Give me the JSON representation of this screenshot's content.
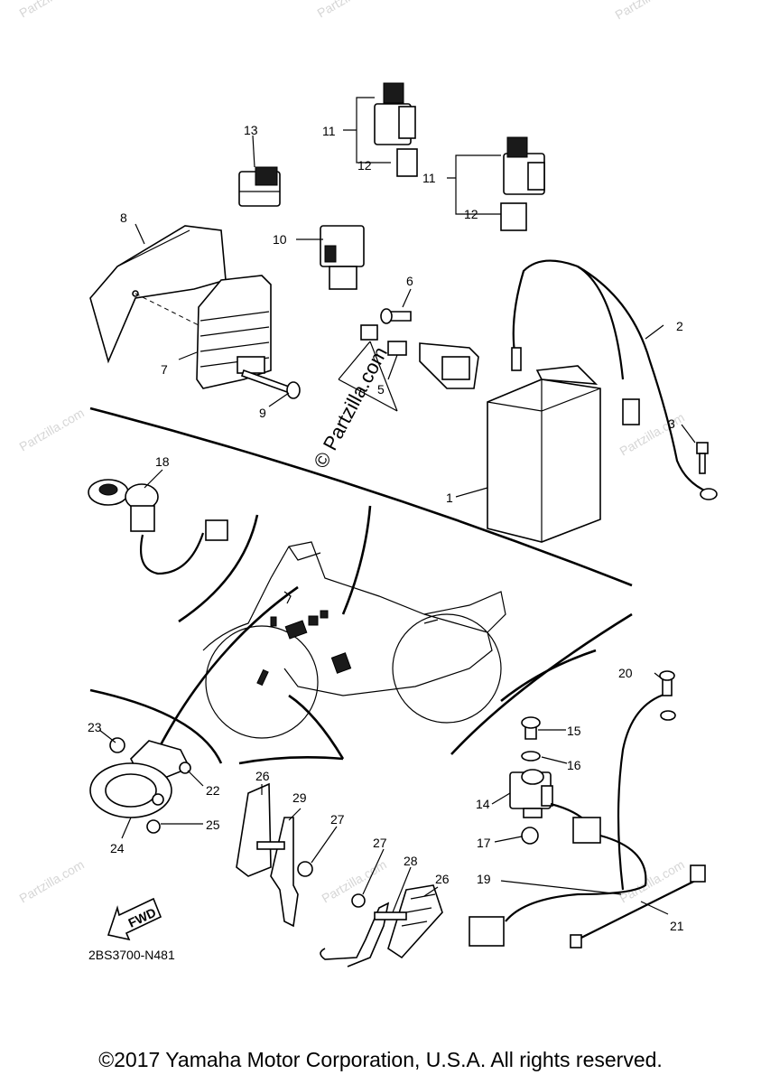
{
  "callouts": {
    "c1": "1",
    "c2": "2",
    "c3": "3",
    "c5": "5",
    "c6": "6",
    "c7": "7",
    "c8": "8",
    "c9": "9",
    "c10": "10",
    "c11a": "11",
    "c11b": "11",
    "c12a": "12",
    "c12b": "12",
    "c13": "13",
    "c14": "14",
    "c15": "15",
    "c16": "16",
    "c17": "17",
    "c18": "18",
    "c19": "19",
    "c20": "20",
    "c21": "21",
    "c22": "22",
    "c23": "23",
    "c24": "24",
    "c25": "25",
    "c26a": "26",
    "c26b": "26",
    "c27a": "27",
    "c27b": "27",
    "c28": "28",
    "c29": "29"
  },
  "fwd_label": "FWD",
  "diagram_code": "2BS3700-N481",
  "watermark": "© Partzilla.com",
  "watermark_short": "Partzilla.com",
  "copyright": "©2017 Yamaha Motor Corporation, U.S.A. All rights reserved."
}
